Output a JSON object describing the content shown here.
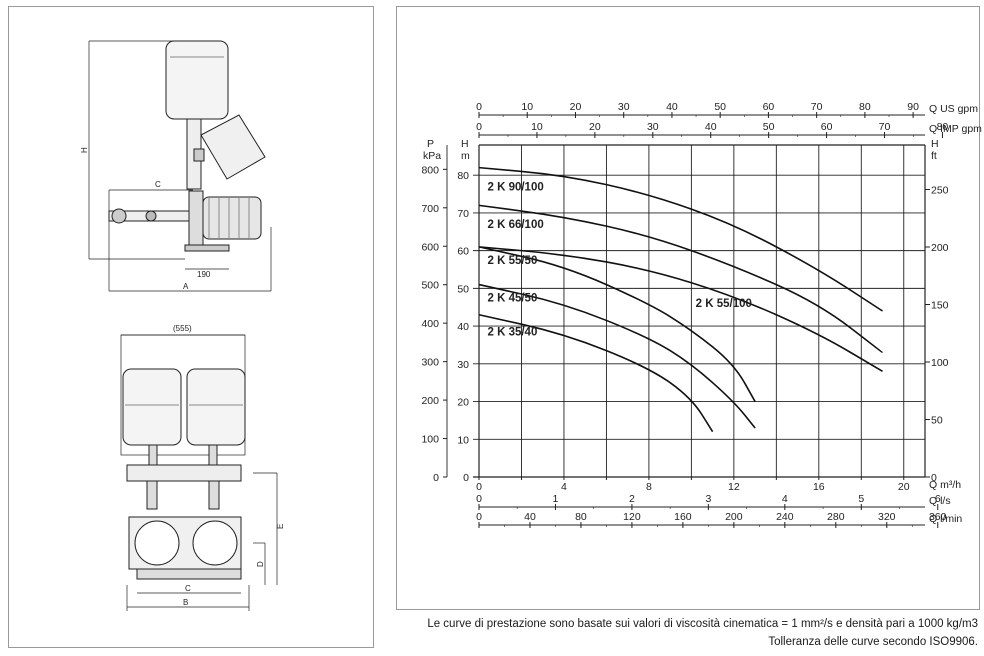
{
  "drawing": {
    "dim_H": "H",
    "dim_C_top": "C",
    "dim_190": "190",
    "dim_A": "A",
    "dim_555": "(555)",
    "dim_E": "E",
    "dim_D": "D",
    "dim_C_bottom": "C",
    "dim_B": "B"
  },
  "axes": {
    "top_us_label": "Q US gpm",
    "top_us_ticks": [
      "0",
      "10",
      "20",
      "30",
      "40",
      "50",
      "60",
      "70",
      "80",
      "90"
    ],
    "top_imp_label": "Q IMP gpm",
    "top_imp_ticks": [
      "0",
      "10",
      "20",
      "30",
      "40",
      "50",
      "60",
      "70",
      "80"
    ],
    "kpa_label_1": "P",
    "kpa_label_2": "kPa",
    "kpa_ticks": [
      "0",
      "100",
      "200",
      "300",
      "400",
      "500",
      "600",
      "700",
      "800"
    ],
    "m_label_1": "H",
    "m_label_2": "m",
    "m_ticks": [
      "0",
      "10",
      "20",
      "30",
      "40",
      "50",
      "60",
      "70",
      "80"
    ],
    "ft_label_1": "H",
    "ft_label_2": "ft",
    "ft_ticks": [
      "0",
      "50",
      "100",
      "150",
      "200",
      "250"
    ],
    "q_m3h_label": "Q m³/h",
    "q_m3h_ticks": [
      "0",
      "4",
      "8",
      "12",
      "16",
      "20"
    ],
    "q_ls_label": "Q l/s",
    "q_ls_ticks": [
      "0",
      "1",
      "2",
      "3",
      "4",
      "5",
      "6"
    ],
    "q_lmin_label": "Q l/min",
    "q_lmin_ticks": [
      "0",
      "40",
      "80",
      "120",
      "160",
      "200",
      "240",
      "280",
      "320",
      "360"
    ]
  },
  "chart_data": {
    "type": "line",
    "xlabel": "Q m³/h",
    "ylabel": "H m",
    "xlim": [
      0,
      21
    ],
    "ylim": [
      0,
      88
    ],
    "grid": true,
    "series": [
      {
        "name": "2 K 90/100",
        "x": [
          0,
          4,
          8,
          12,
          16,
          19
        ],
        "y": [
          82,
          80,
          75,
          67,
          55,
          44
        ]
      },
      {
        "name": "2 K 66/100",
        "x": [
          0,
          4,
          8,
          12,
          16,
          19
        ],
        "y": [
          72,
          69,
          64,
          56,
          46,
          33
        ]
      },
      {
        "name": "2 K 55/100",
        "x": [
          0,
          4,
          8,
          12,
          16,
          19
        ],
        "y": [
          61,
          59,
          55,
          48,
          38,
          28
        ]
      },
      {
        "name": "2 K 55/50",
        "x": [
          0,
          4,
          8,
          10,
          12,
          13
        ],
        "y": [
          61,
          56,
          46,
          39,
          30,
          20
        ]
      },
      {
        "name": "2 K 45/50",
        "x": [
          0,
          4,
          8,
          10,
          12,
          13
        ],
        "y": [
          51,
          46,
          37,
          30,
          20,
          13
        ]
      },
      {
        "name": "2 K 35/40",
        "x": [
          0,
          4,
          8,
          10,
          11
        ],
        "y": [
          43,
          38,
          29,
          21,
          12
        ]
      }
    ]
  },
  "footnote": {
    "line1": "Le curve di prestazione sono basate sui valori di viscosità cinematica = 1 mm²/s e densità pari a 1000 kg/m3",
    "line2": "Tolleranza delle curve secondo ISO9906."
  }
}
